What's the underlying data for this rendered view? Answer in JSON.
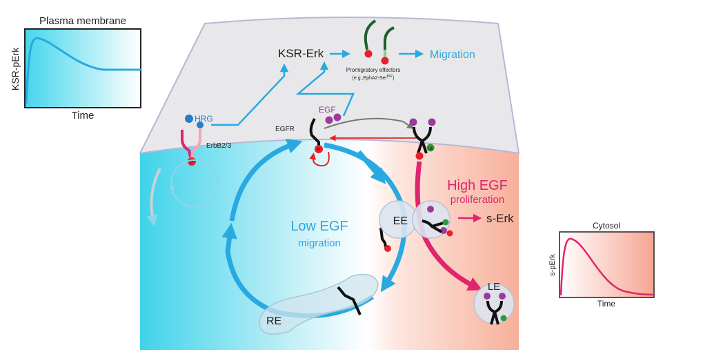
{
  "membrane_plot": {
    "title": "Plasma membrane",
    "ylabel": "KSR-pErk",
    "xlabel": "Time"
  },
  "cytosol_plot": {
    "title": "Cytosol",
    "ylabel": "s-pErk",
    "xlabel": "Time"
  },
  "labels": {
    "ksr_erk": "KSR-Erk",
    "migration": "Migration",
    "promigratory_line1": "Promigratory effectors",
    "promigratory_line2": "(e.g.,EphA2-Ser",
    "promigratory_sup": "897",
    "promigratory_close": ")",
    "hrg": "HRG",
    "erbb": "ErbB2/3",
    "egf": "EGF",
    "egfr": "EGFR",
    "high_egf": "High EGF",
    "proliferation": "proliferation",
    "low_egf": "Low EGF",
    "migration_lower": "migration",
    "ee": "EE",
    "s_erk": "s-Erk",
    "le": "LE",
    "re": "RE",
    "p": "P",
    "ub": "Ub"
  },
  "colors": {
    "cyan": "#29a9e0",
    "magenta": "#e0246e",
    "grey_membrane": "#e8e8ea",
    "purple": "#9b3a9b",
    "red": "#e8202a",
    "green": "#2e9a3a",
    "dark_green": "#2f6b3b"
  }
}
